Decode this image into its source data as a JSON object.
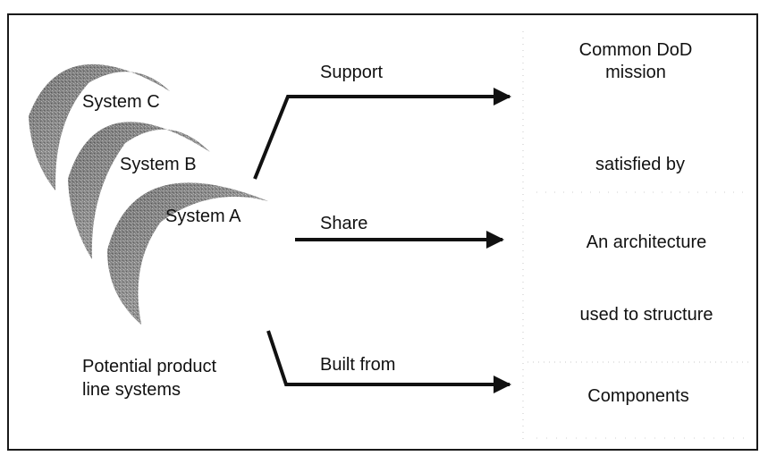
{
  "systems": {
    "system_c": "System C",
    "system_b": "System B",
    "system_a": "System A",
    "caption_line1": "Potential product",
    "caption_line2": "line systems"
  },
  "relations": {
    "support": "Support",
    "share": "Share",
    "built_from": "Built from"
  },
  "chain": {
    "mission_line1": "Common DoD",
    "mission_line2": "mission",
    "satisfied_by": "satisfied by",
    "architecture": "An architecture",
    "used_to_structure": "used to structure",
    "components": "Components"
  },
  "colors": {
    "ink": "#111111",
    "crescent_dark": "#4a4a4a",
    "crescent_light": "#cfcfcf"
  }
}
